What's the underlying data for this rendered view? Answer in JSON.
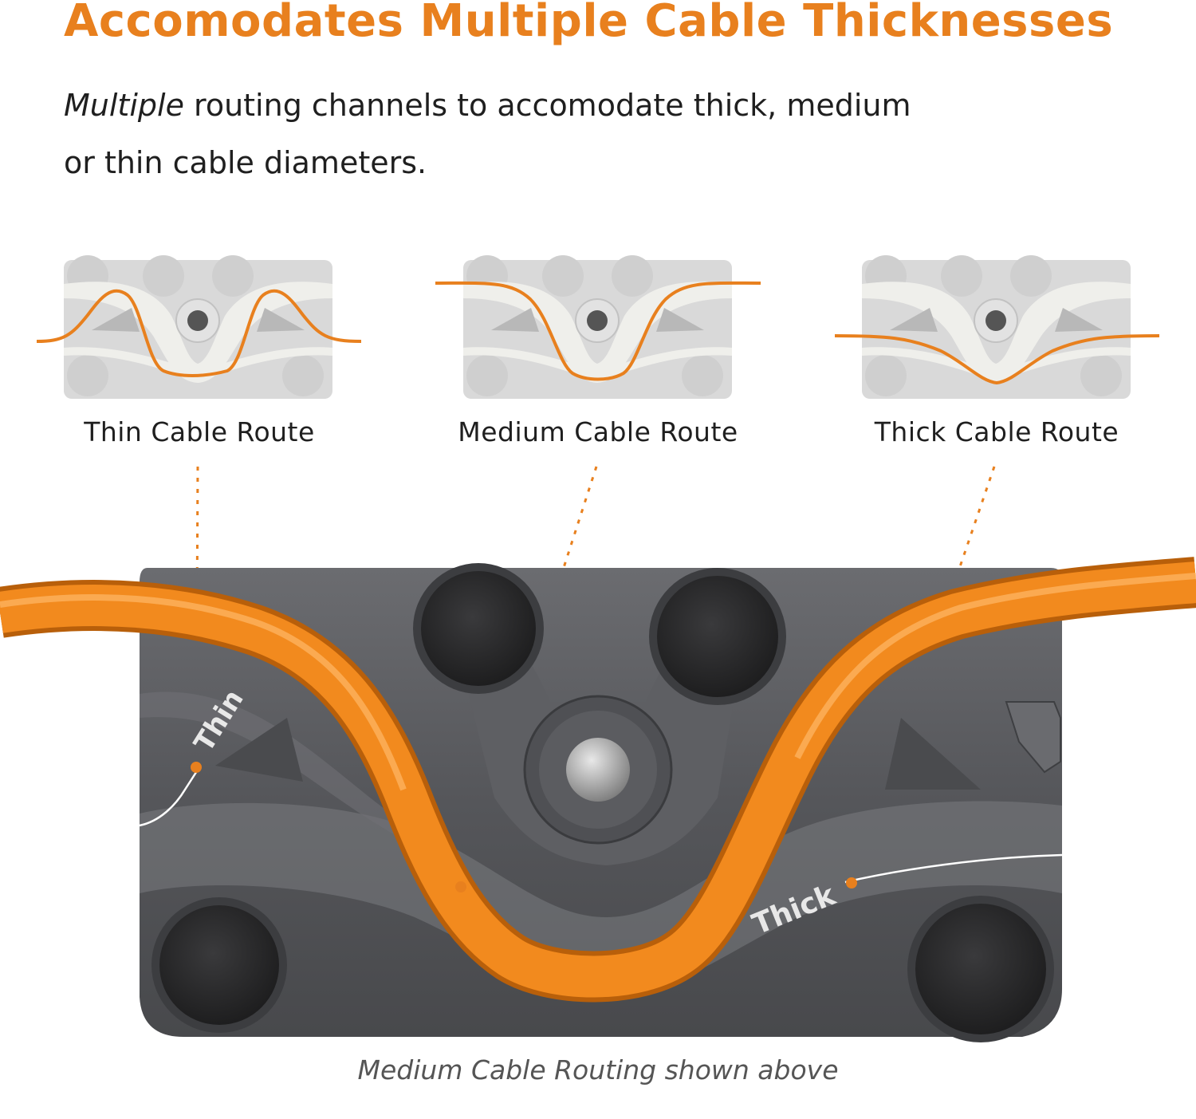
{
  "headline": "Accomodates Multiple Cable Thicknesses",
  "subtitle": {
    "emphasis": "Multiple",
    "text_line1": " routing channels to accomodate thick, medium",
    "text_line2": "or thin cable diameters."
  },
  "routes": [
    {
      "label": "Thin Cable Route"
    },
    {
      "label": "Medium Cable Route"
    },
    {
      "label": "Thick Cable Route"
    }
  ],
  "engraving": {
    "thin": "Thin",
    "thick": "Thick"
  },
  "caption": "Medium Cable Routing shown above",
  "colors": {
    "accent": "#E8801E",
    "plate": "#5a5b5e",
    "diagram_bg": "#d9d9d9",
    "channel": "#efefeb"
  }
}
